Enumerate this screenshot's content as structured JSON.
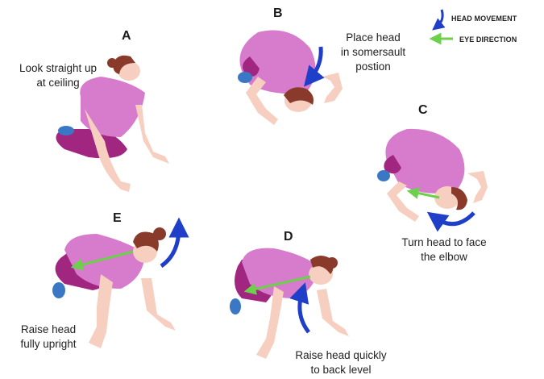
{
  "legend": {
    "head_movement": "HEAD MOVEMENT",
    "eye_direction": "EYE DIRECTION"
  },
  "steps": [
    {
      "letter": "A",
      "caption": [
        "Look straight up",
        "at ceiling"
      ]
    },
    {
      "letter": "B",
      "caption": [
        "Place head",
        "in somersault",
        "postion"
      ]
    },
    {
      "letter": "C",
      "caption": [
        "Turn head to face",
        "the elbow"
      ]
    },
    {
      "letter": "D",
      "caption": [
        "Raise head quickly",
        "to back level"
      ]
    },
    {
      "letter": "E",
      "caption": [
        "Raise head",
        "fully upright"
      ]
    }
  ],
  "colors": {
    "shirt": "#d77bcc",
    "pants": "#a0267f",
    "skin": "#f6cfc0",
    "hair": "#8a3a2a",
    "shoe": "#3a78c6",
    "head_arrow": "#1f3fc8",
    "eye_arrow": "#6cd04a"
  }
}
